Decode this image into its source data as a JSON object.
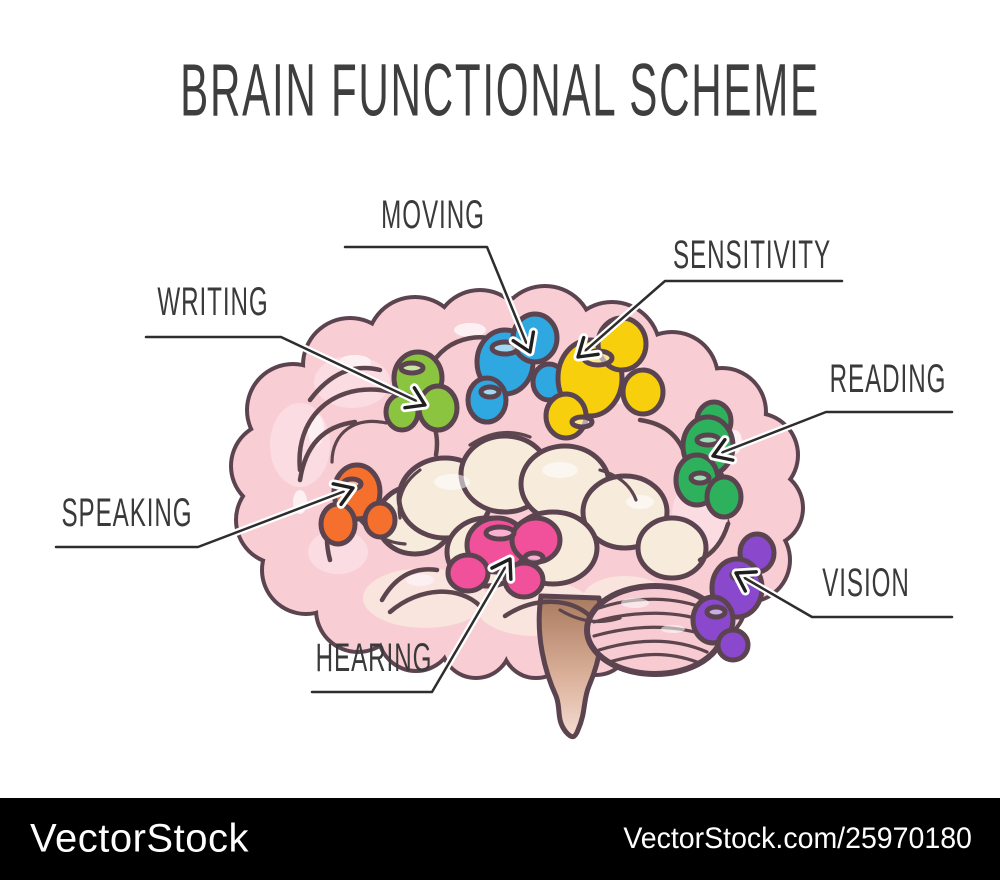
{
  "title": "BRAIN FUNCTIONAL SCHEME",
  "regions": [
    {
      "name": "MOVING",
      "color": "#2FA8E1"
    },
    {
      "name": "SENSITIVITY",
      "color": "#F7CF0C"
    },
    {
      "name": "WRITING",
      "color": "#8BC53F"
    },
    {
      "name": "READING",
      "color": "#2EB15C"
    },
    {
      "name": "SPEAKING",
      "color": "#F4702C"
    },
    {
      "name": "VISION",
      "color": "#8A48CC"
    },
    {
      "name": "HEARING",
      "color": "#F1519B"
    }
  ],
  "footer": {
    "brand": "VectorStock",
    "credit": "VectorStock.com/25970180"
  },
  "palette": {
    "outline": "#5B4450",
    "cortex_pink": "#F8CDD3",
    "inner_cream": "#F7ECDB",
    "ink": "#3A3A3A",
    "footer_bg": "#000000",
    "footer_text": "#FFFFFF"
  }
}
